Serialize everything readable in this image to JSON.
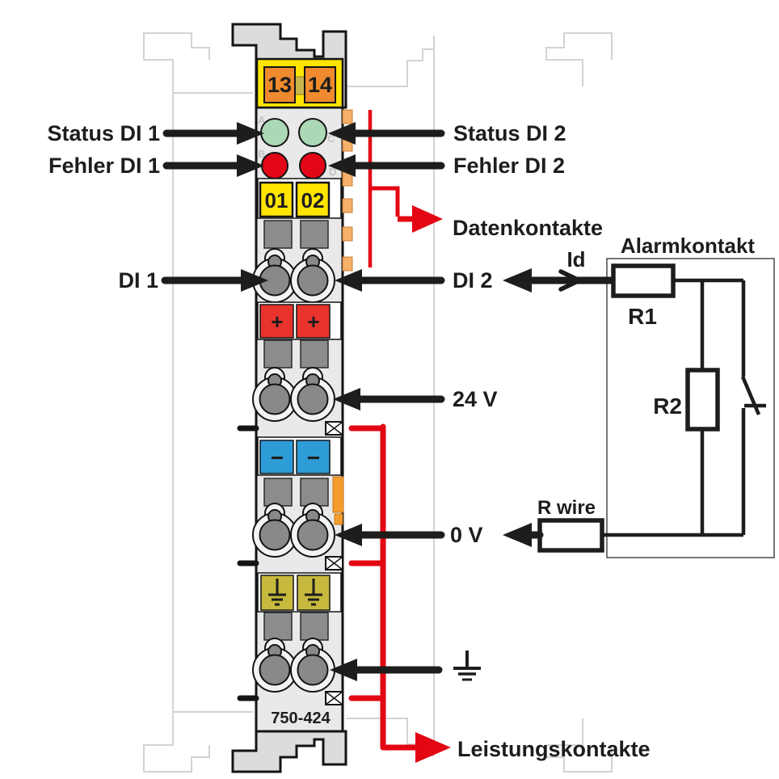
{
  "module": {
    "model": "750-424",
    "marking_top": [
      "13",
      "14"
    ],
    "channel_markings": [
      "01",
      "02"
    ],
    "led_letters": [
      "A",
      "B",
      "C",
      "D"
    ],
    "plus_label": "+",
    "minus_label": "−"
  },
  "labels": {
    "status_di1": "Status DI 1",
    "fehler_di1": "Fehler DI 1",
    "di1": "DI 1",
    "status_di2": "Status DI 2",
    "fehler_di2": "Fehler DI 2",
    "datenkontakte": "Datenkontakte",
    "di2": "DI 2",
    "v24": "24 V",
    "v0": "0 V",
    "leistungskontakte": "Leistungskontakte"
  },
  "circuit": {
    "title": "Alarmkontakt",
    "current_label": "Id",
    "resistor1": "R1",
    "resistor2": "R2",
    "wire_resistor": "R wire"
  },
  "colors": {
    "signal_red": "#e30613",
    "yellow": "#ffe500",
    "orange_contact": "#f08a2e",
    "orange_tab": "#f5b06a",
    "orange_latch": "#f59c30",
    "green_led": "#abd8b5",
    "red_led": "#e30617",
    "blue_terminal": "#2e9cd7",
    "olive_terminal": "#c7b93d",
    "clamp_gray": "#8c8c8c",
    "body_gray": "#e9e9e9",
    "line_black": "#1d1d1b",
    "ghost_gray": "#d3d3d3"
  }
}
